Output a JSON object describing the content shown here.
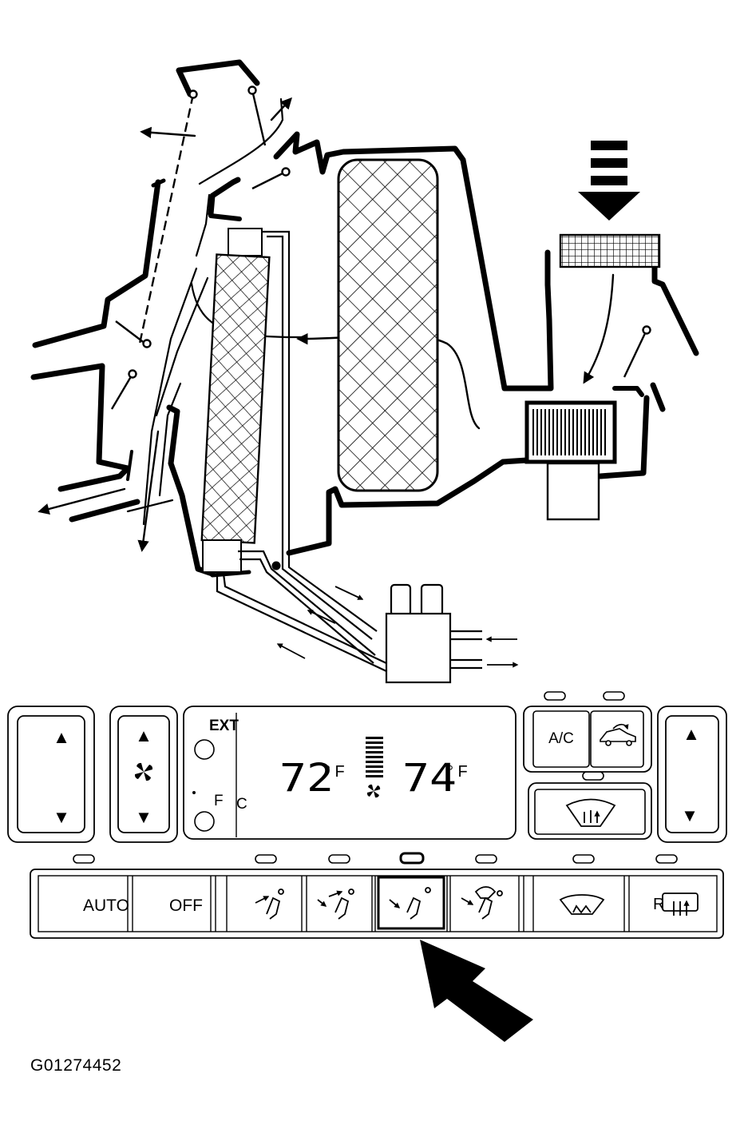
{
  "panel": {
    "ext_label": "EXT",
    "f_label": "F",
    "c_label": "C",
    "temp_left": "72",
    "temp_left_unit": "° F",
    "temp_right": "74",
    "temp_right_unit": "° F",
    "ac_label": "A/C",
    "auto_label": "AUTO",
    "off_label": "OFF",
    "rear_defrost_letter": "R",
    "up_glyph": "▲",
    "down_glyph": "▼"
  },
  "figure_code": "G01274452",
  "icons": {
    "fan": "fan-icon",
    "recirc": "car-recirc-icon",
    "front_defrost": "windshield-defrost-icon",
    "rear_defrost": "rear-defrost-icon",
    "vent": "vent-mode-icon",
    "bilevel": "bilevel-mode-icon",
    "floor": "floor-mode-icon",
    "floor_defrost": "floor-defrost-mode-icon",
    "defrost": "defrost-mode-icon",
    "pointer": "selected-mode-arrow-icon"
  },
  "colors": {
    "ink": "#000000",
    "paper": "#ffffff"
  }
}
